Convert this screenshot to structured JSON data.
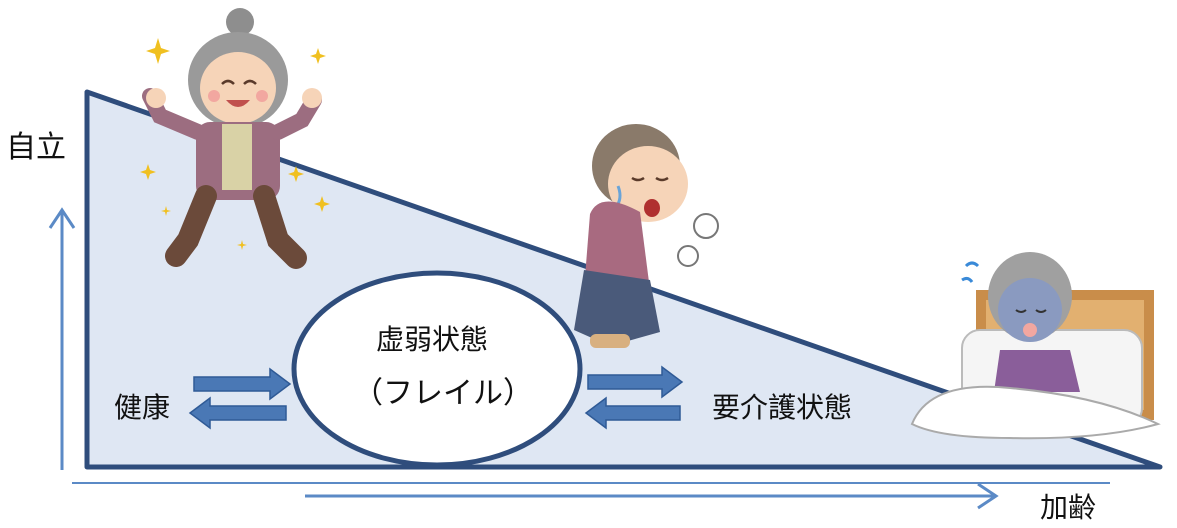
{
  "axes": {
    "y_label": "自立",
    "x_label": "加齢"
  },
  "states": {
    "healthy": "健康",
    "frail_line1": "虚弱状態",
    "frail_line2": "（フレイル）",
    "care_needed": "要介護状態"
  },
  "colors": {
    "triangle_fill": "#dfe7f3",
    "triangle_stroke": "#2f4d7c",
    "arrow_fill": "#4a78b5",
    "axis_line": "#5b8ac6",
    "ellipse_stroke": "#2f4d7c"
  },
  "illustrations": [
    "happy-elderly-woman",
    "tired-elderly-woman",
    "sick-elderly-woman-in-bed"
  ]
}
